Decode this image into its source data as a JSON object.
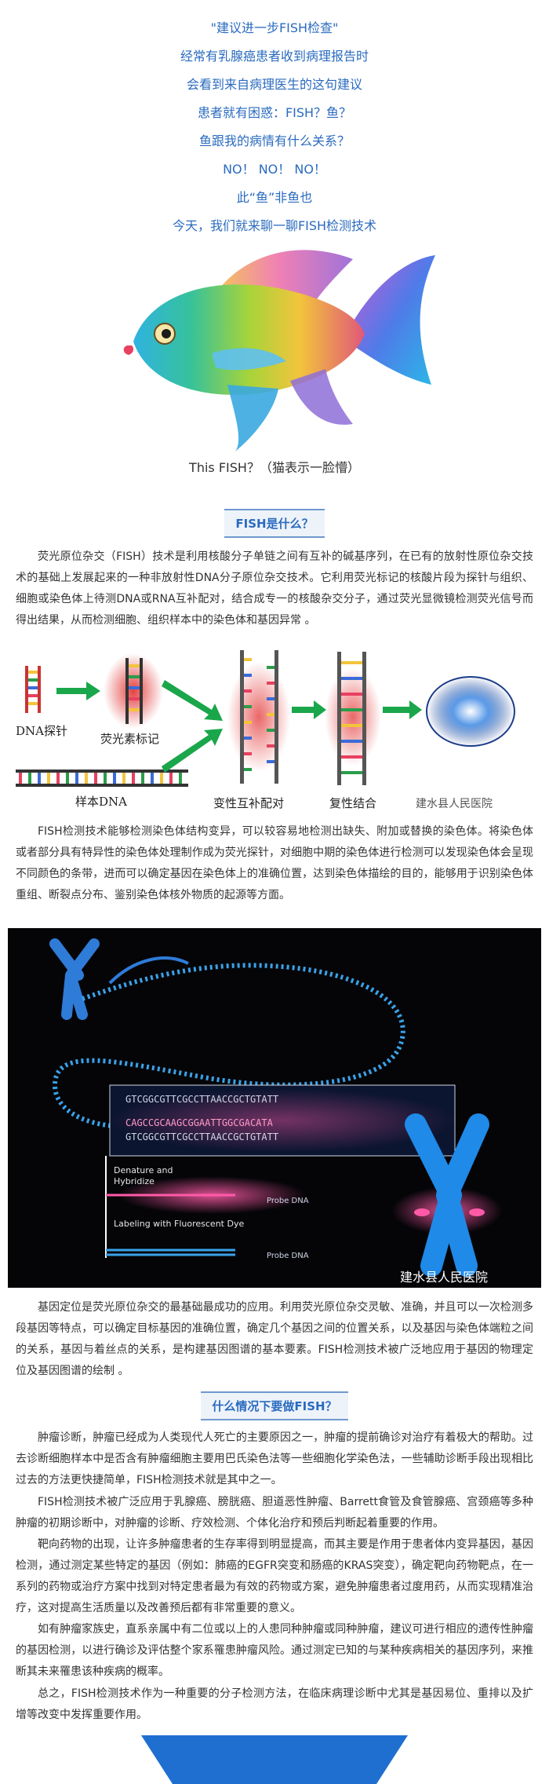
{
  "intro": [
    "\"建议进一步FISH检查\"",
    "经常有乳腺癌患者收到病理报告时",
    "会看到来自病理医生的这句建议",
    "患者就有困惑：FISH？鱼？",
    "鱼跟我的病情有什么关系？",
    "NO！ NO！ NO！",
    "此“鱼”非鱼也",
    "今天，我们就来聊一聊FISH检测技术"
  ],
  "fish_caption": "This FISH？（猫表示一脸懵）",
  "section1": {
    "title": "FISH是什么？",
    "para1": "荧光原位杂交（FISH）技术是利用核酸分子单链之间有互补的碱基序列，在已有的放射性原位杂交技术的基础上发展起来的一种非放射性DNA分子原位杂交技术。它利用荧光标记的核酸片段为探针与组织、细胞或染色体上待测DNA或RNA互补配对，结合成专一的核酸杂交分子，通过荧光显微镜检测荧光信号而得出结果，从而检测细胞、组织样本中的染色体和基因异常 。",
    "figure": {
      "probe": "DNA探针",
      "label": "荧光素标记",
      "sample": "样本DNA",
      "denature": "变性互补配对",
      "renature": "复性结合",
      "watermark": "建水县人民医院"
    },
    "para2": "FISH检测技术能够检测染色体结构变异，可以较容易地检测出缺失、附加或替换的染色体。将染色体或者部分具有特异性的染色体处理制作成为荧光探针，对细胞中期的染色体进行检测可以发现染色体会呈现不同颜色的条带，进而可以确定基因在染色体上的准确位置，达到染色体描绘的目的，能够用于识别染色体重组、断裂点分布、鉴别染色体核外物质的起源等方面。",
    "figure2": {
      "seq_top": "GTCGGCGTTCGCCTTAACCGCTGTATT",
      "seq_mid": "CAGCCGCAAGCGGAATTGGCGACATA",
      "seq_bot": "GTCGGCGTTCGCCTTAACCGCTGTATT",
      "denature_label_1": "Denature and",
      "denature_label_2": "Hybridize",
      "labeling": "Labeling with Fluorescent Dye",
      "probe_dna_1": "Probe DNA",
      "probe_dna_2": "Probe DNA",
      "watermark": "建水县人民医院"
    },
    "para3": "基因定位是荧光原位杂交的最基础最成功的应用。利用荧光原位杂交灵敏、准确，并且可以一次检测多段基因等特点，可以确定目标基因的准确位置，确定几个基因之间的位置关系，以及基因与染色体端粒之间的关系，基因与着丝点的关系，是构建基因图谱的基本要素。FISH检测技术被广泛地应用于基因的物理定位及基因图谱的绘制 。"
  },
  "section2": {
    "title": "什么情况下要做FISH？",
    "paras": [
      "肿瘤诊断，肿瘤已经成为人类现代人死亡的主要原因之一，肿瘤的提前确诊对治疗有着极大的帮助。过去诊断细胞样本中是否含有肿瘤细胞主要用巴氏染色法等一些细胞化学染色法，一些辅助诊断手段出现相比过去的方法更快捷简单，FISH检测技术就是其中之一。",
      "FISH检测技术被广泛应用于乳腺癌、膀胱癌、胆道恶性肿瘤、Barrett食管及食管腺癌、宫颈癌等多种肿瘤的初期诊断中，对肿瘤的诊断、疗效检测、个体化治疗和预后判断起着重要的作用。",
      "靶向药物的出现，让许多肿瘤患者的生存率得到明显提高，而其主要是作用于患者体内变异基因，基因检测，通过测定某些特定的基因（例如：肺癌的EGFR突变和肠癌的KRAS突变），确定靶向药物靶点，在一系列的药物或治疗方案中找到对特定患者最为有效的药物或方案，避免肿瘤患者过度用药，从而实现精准治疗，这对提高生活质量以及改善预后都有非常重要的意义。",
      "如有肿瘤家族史，直系亲属中有二位或以上的人患同种肿瘤或同种肿瘤，建议可进行相应的遗传性肿瘤的基因检测，以进行确诊及评估整个家系罹患肿瘤风险。通过测定已知的与某种疾病相关的基因序列，来推断其未来罹患该种疾病的概率。",
      "总之，FISH检测技术作为一种重要的分子检测方法，在临床病理诊断中尤其是基因易位、重排以及扩增等改变中发挥重要作用。"
    ]
  },
  "colors": {
    "accent": "#2a6bbf",
    "heading_bg": "#eef3fa",
    "arrow_green": "#1aa64a",
    "banner": "#1f6fd0"
  }
}
